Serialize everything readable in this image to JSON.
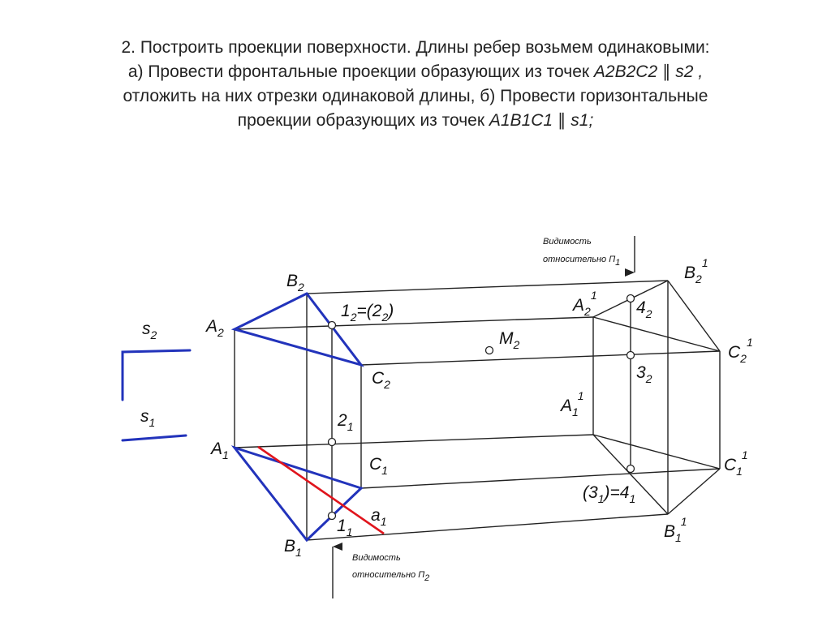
{
  "heading": {
    "line1": "2. Построить проекции поверхности. Длины ребер возьмем одинаковыми:",
    "line2_text": "а) Провести фронтальные проекции образующих из точек ",
    "line2_points": "A2B2C2",
    "line2_parallel": " ∥ s2 ,",
    "line3": "отложить на них отрезки одинаковой длины, б) Провести горизонтальные",
    "line4_text": "проекции образующих из точек ",
    "line4_points": "A1B1C1",
    "line4_parallel": " ∥ s1;"
  },
  "colors": {
    "text": "#222222",
    "lines": "#222222",
    "base_triangles": "#2233bb",
    "line_a1": "#e0151d",
    "background": "#ffffff"
  },
  "labels": {
    "B2": {
      "main": "B",
      "sub": "2"
    },
    "A2": {
      "main": "A",
      "sub": "2"
    },
    "C2": {
      "main": "C",
      "sub": "2"
    },
    "A1": {
      "main": "A",
      "sub": "1"
    },
    "B1": {
      "main": "B",
      "sub": "1"
    },
    "C1": {
      "main": "C",
      "sub": "1"
    },
    "s2": {
      "main": "s",
      "sub": "2"
    },
    "s1": {
      "main": "s",
      "sub": "1"
    },
    "B2p": {
      "main": "B",
      "sub": "2",
      "sup": "1"
    },
    "A2p": {
      "main": "A",
      "sub": "2",
      "sup": "1"
    },
    "C2p": {
      "main": "C",
      "sub": "2",
      "sup": "1"
    },
    "A1p": {
      "main": "A",
      "sub": "1",
      "sup": "1"
    },
    "C1p": {
      "main": "C",
      "sub": "1",
      "sup": "1"
    },
    "B1p": {
      "main": "B",
      "sub": "1",
      "sup": "1"
    },
    "M2": {
      "main": "M",
      "sub": "2"
    },
    "p12_a": {
      "main": "1",
      "sub": "2"
    },
    "p12_eq": "=(",
    "p12_b": {
      "main": "2",
      "sub": "2"
    },
    "p12_close": ")",
    "p42": {
      "main": "4",
      "sub": "2"
    },
    "p32": {
      "main": "3",
      "sub": "2"
    },
    "p21": {
      "main": "2",
      "sub": "1"
    },
    "p11": {
      "main": "1",
      "sub": "1"
    },
    "a1": {
      "main": "a",
      "sub": "1"
    },
    "p31_open": "(",
    "p31": {
      "main": "3",
      "sub": "1"
    },
    "p31_eq": ")=",
    "p41": {
      "main": "4",
      "sub": "1"
    }
  },
  "notes": {
    "vis_p1_line1": "Видимость",
    "vis_p1_line2": "относительно П",
    "vis_p1_sub": "1",
    "vis_p2_line1": "Видимость",
    "vis_p2_line2": "относительно П",
    "vis_p2_sub": "2"
  }
}
